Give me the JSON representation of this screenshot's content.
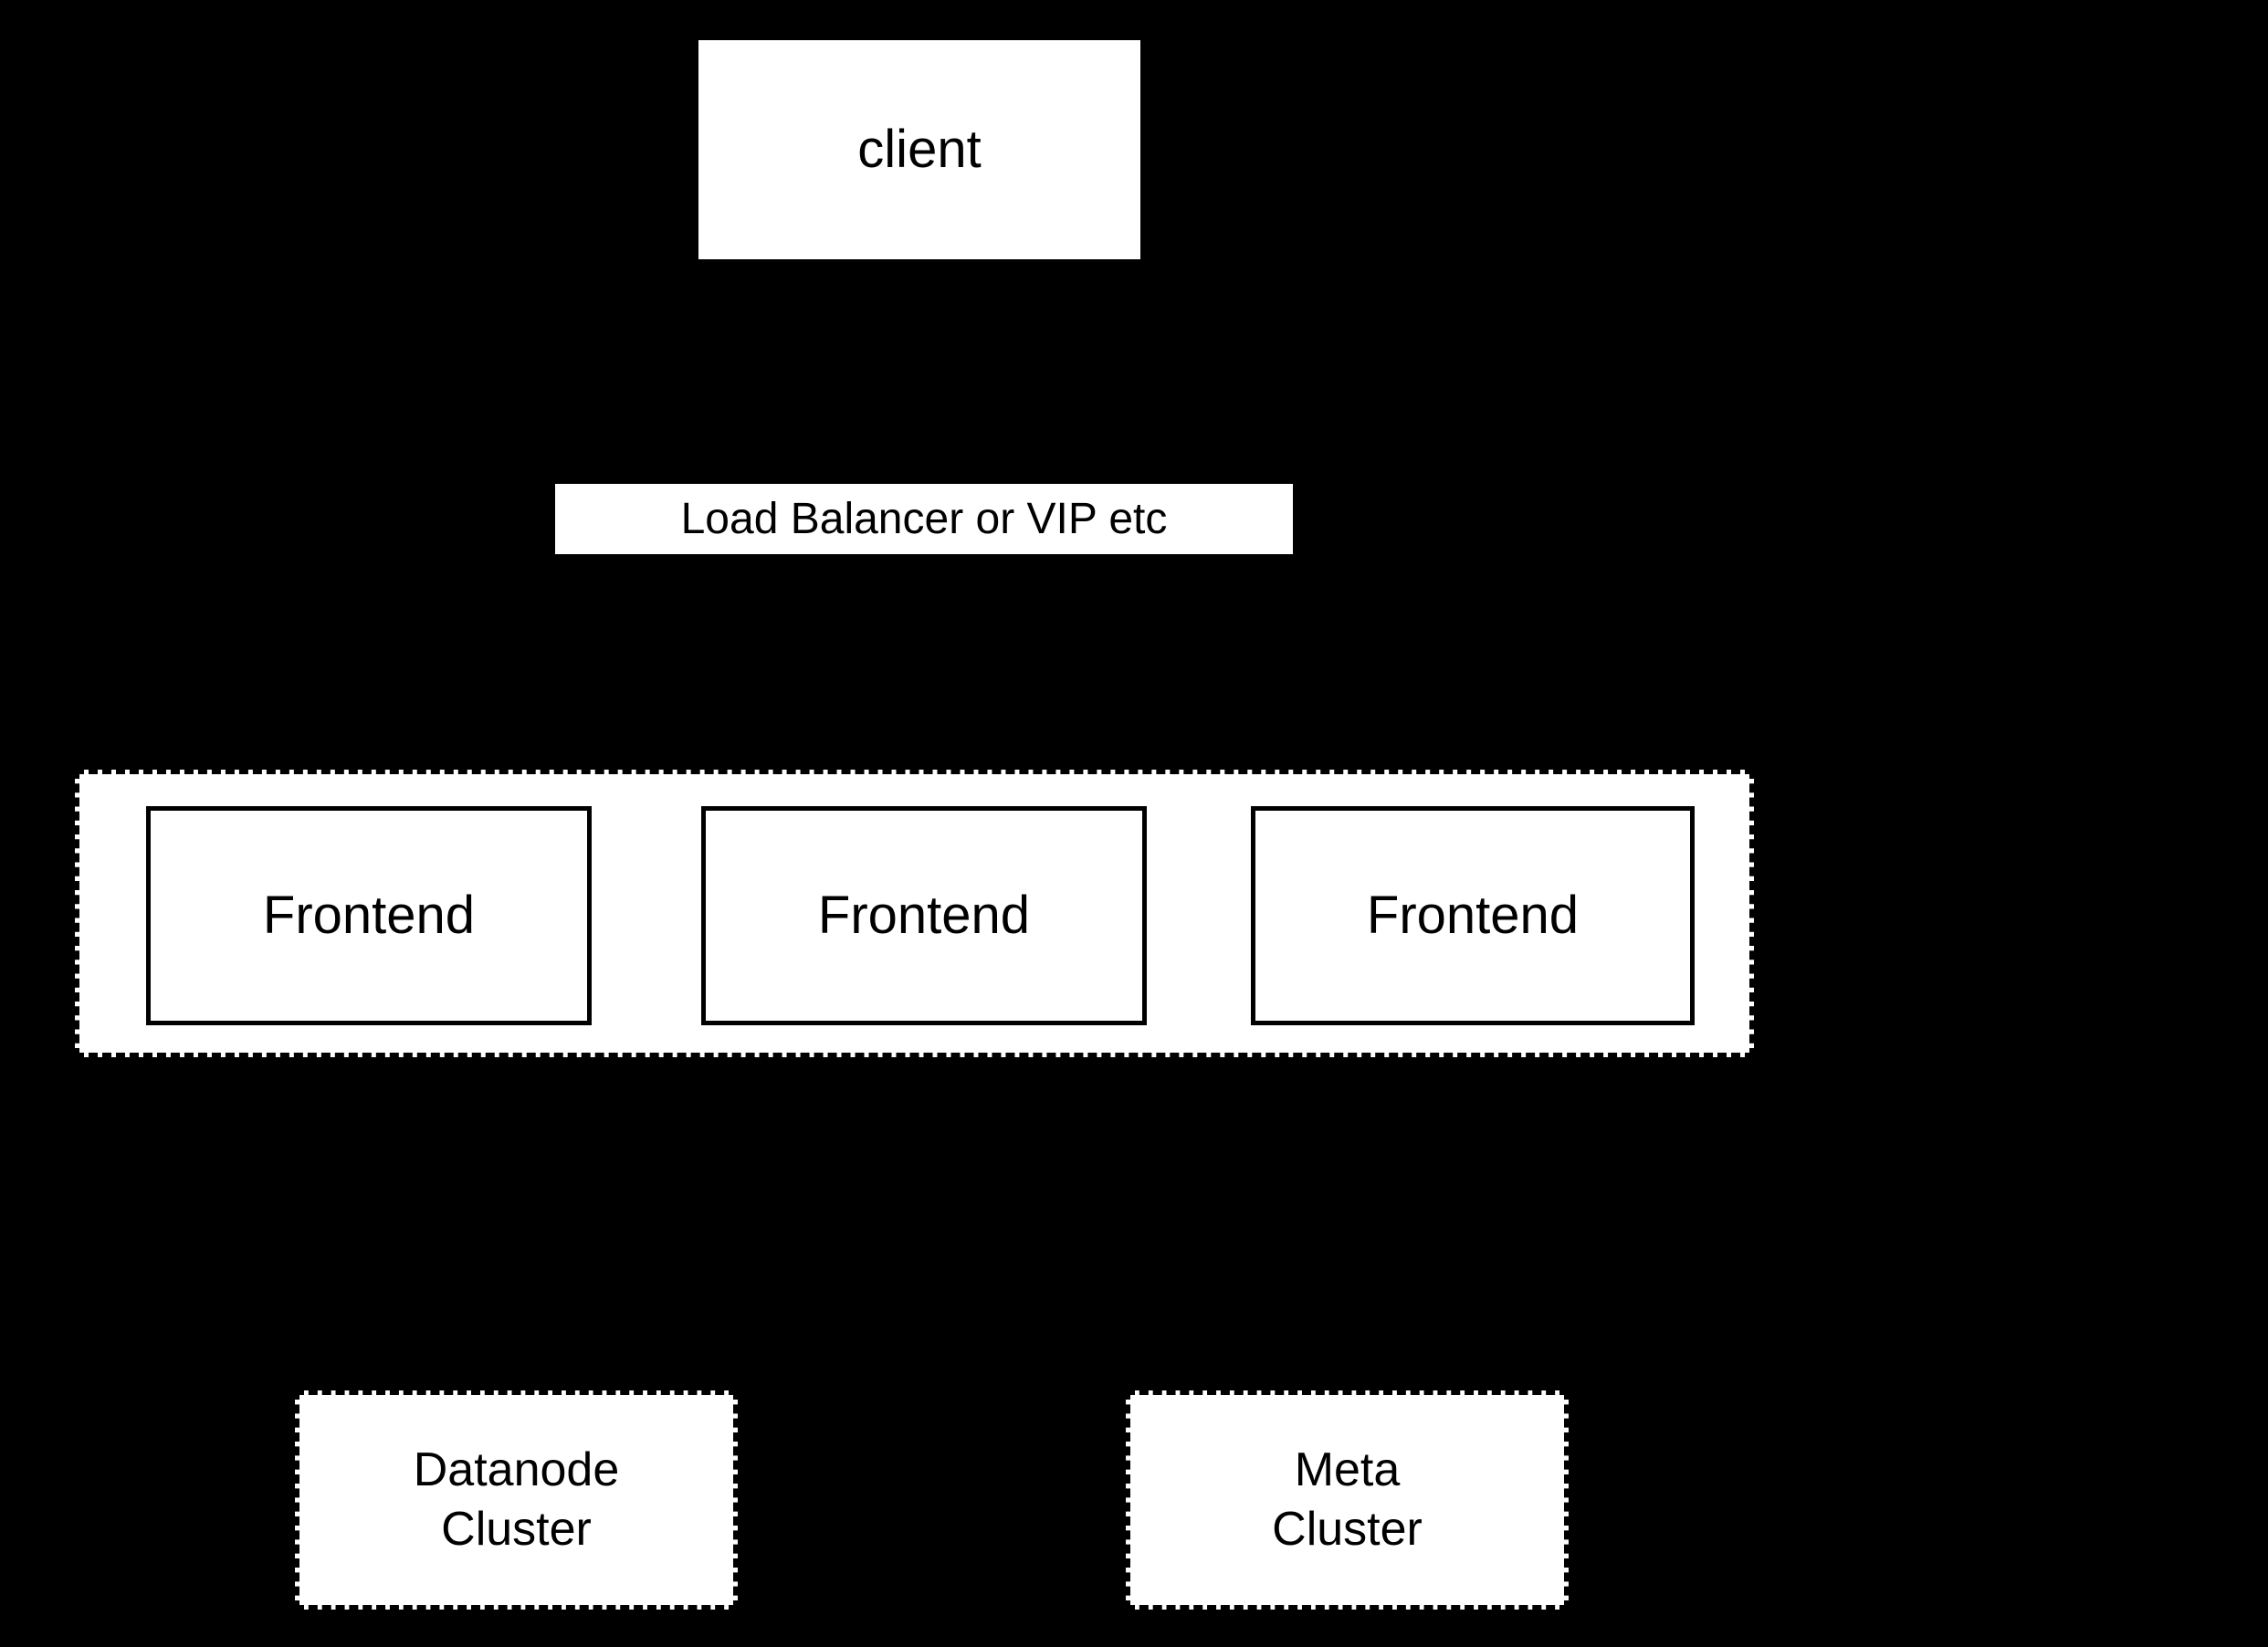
{
  "diagram": {
    "background_color": "#000000",
    "node_fill_color": "#ffffff",
    "node_line_color": "#000000",
    "text_color": "#000000",
    "nodes": {
      "client": {
        "label": "client"
      },
      "load_balancer": {
        "label": "Load Balancer or VIP etc"
      },
      "frontend_group": {
        "border_style": "dashed",
        "frontends": [
          {
            "label": "Frontend"
          },
          {
            "label": "Frontend"
          },
          {
            "label": "Frontend"
          }
        ]
      },
      "datanode_cluster": {
        "label": "Datanode\nCluster",
        "border_style": "dashed"
      },
      "meta_cluster": {
        "label": "Meta\nCluster",
        "border_style": "dashed"
      }
    }
  }
}
